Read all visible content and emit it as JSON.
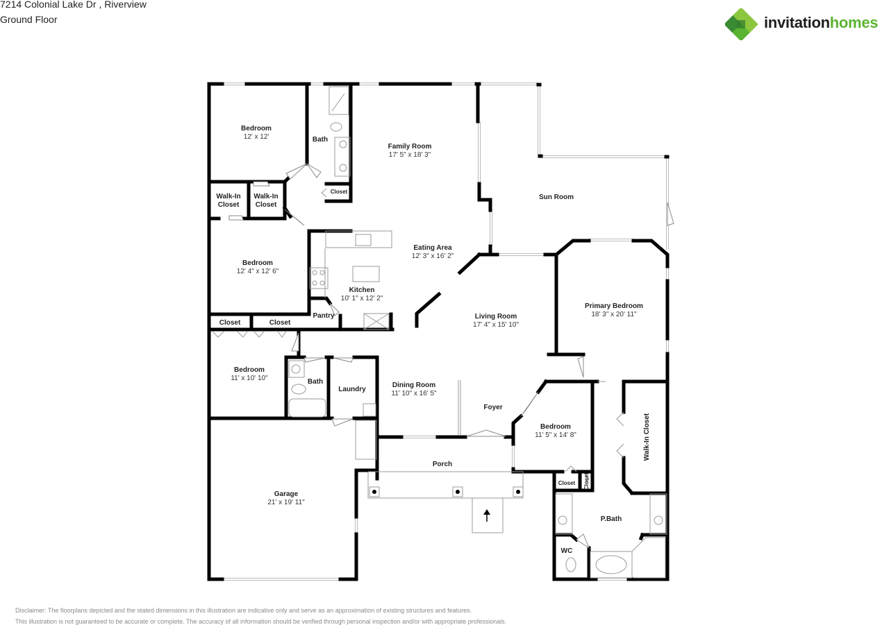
{
  "header": {
    "address": "7214 Colonial Lake Dr , Riverview",
    "floor": "Ground Floor"
  },
  "brand": {
    "name_part1": "invitation",
    "name_part2": "homes",
    "icon": "clover-logo-icon",
    "colors": {
      "dark_green": "#3a8a34",
      "light_green": "#8cc63f",
      "text": "#1e1e1e",
      "accent": "#5bb431"
    }
  },
  "rooms": {
    "bedroom1": {
      "name": "Bedroom",
      "dims": "12' x 12'"
    },
    "bath1": {
      "name": "Bath"
    },
    "closet_bath1": {
      "name": "Closet"
    },
    "family_room": {
      "name": "Family Room",
      "dims": "17' 5\" x 18' 3\""
    },
    "sun_room": {
      "name": "Sun Room"
    },
    "walkin1": {
      "name_line1": "Walk-In",
      "name_line2": "Closet"
    },
    "walkin2": {
      "name_line1": "Walk-In",
      "name_line2": "Closet"
    },
    "bedroom2": {
      "name": "Bedroom",
      "dims": "12' 4\" x 12' 6\""
    },
    "eating_area": {
      "name": "Eating Area",
      "dims": "12' 3\" x 16' 2\""
    },
    "kitchen": {
      "name": "Kitchen",
      "dims": "10' 1\" x 12' 2\""
    },
    "pantry": {
      "name": "Pantry"
    },
    "closet_a": {
      "name": "Closet"
    },
    "closet_b": {
      "name": "Closet"
    },
    "living_room": {
      "name": "Living Room",
      "dims": "17' 4\" x 15' 10\""
    },
    "primary_bedroom": {
      "name": "Primary Bedroom",
      "dims": "18' 3\" x 20' 11\""
    },
    "bedroom3": {
      "name": "Bedroom",
      "dims": "11' x 10' 10\""
    },
    "bath2": {
      "name": "Bath"
    },
    "laundry": {
      "name": "Laundry"
    },
    "dining_room": {
      "name": "Dining Room",
      "dims": "11' 10\" x 16' 5\""
    },
    "foyer": {
      "name": "Foyer"
    },
    "bedroom4": {
      "name": "Bedroom",
      "dims": "11' 5\" x 14' 8\""
    },
    "walkin_primary": {
      "name": "Walk-In Closet"
    },
    "closet_c": {
      "name": "Closet"
    },
    "closet_d": {
      "name": "Closet"
    },
    "porch": {
      "name": "Porch"
    },
    "garage": {
      "name": "Garage",
      "dims": "21' x 19' 11\""
    },
    "pbath": {
      "name": "P.Bath"
    },
    "wc": {
      "name": "WC"
    }
  },
  "entry_marker": {
    "icon": "entry-arrow-icon"
  },
  "disclaimer": {
    "line1": "Disclaimer: The floorplans depicted and the stated dimensions in this illustration are indicative only and serve as an approximation of existing structures and features.",
    "line2": "This illustration is not guaranteed to be accurate or complete. The accuracy of all information should be verified through personal inspection and/or with appropriate professionals."
  }
}
